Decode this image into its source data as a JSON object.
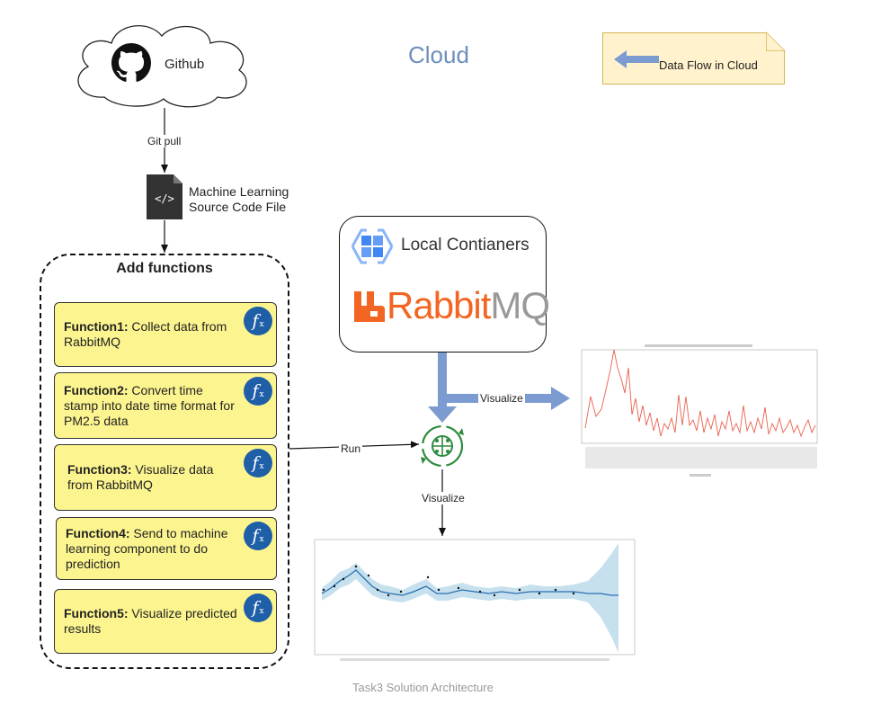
{
  "title": "Cloud",
  "legend": {
    "label": "Data Flow in Cloud"
  },
  "github": {
    "label": "Github"
  },
  "edges": {
    "git_pull": "Git pull",
    "run": "Run",
    "visualize_right": "Visualize",
    "visualize_down": "Visualize"
  },
  "source_file": {
    "line1": "Machine Learning",
    "line2": "Source Code File"
  },
  "add_functions": {
    "title": "Add functions",
    "items": [
      {
        "name": "Function1:",
        "text": " Collect data from RabbitMQ"
      },
      {
        "name": "Function2:",
        "text": " Convert time stamp into date time format for PM2.5 data"
      },
      {
        "name": "Function3:",
        "text": " Visualize data from RabbitMQ"
      },
      {
        "name": "Function4:",
        "text": " Send to machine learning component to do prediction"
      },
      {
        "name": "Function5:",
        "text": " Visualize predicted results"
      }
    ]
  },
  "containers": {
    "label": "Local Contianers",
    "rabbit_a": "Rabbit",
    "rabbit_b": "MQ"
  },
  "caption": "Task3 Solution Architecture",
  "colors": {
    "cloud_blue": "#6c8ebf",
    "arrow_blue": "#7b9bd1",
    "function_fill": "#fcf58f",
    "rabbit_orange": "#f26522",
    "mq_gray": "#999999",
    "note_fill": "#fff2cc",
    "note_border": "#d6b656"
  }
}
